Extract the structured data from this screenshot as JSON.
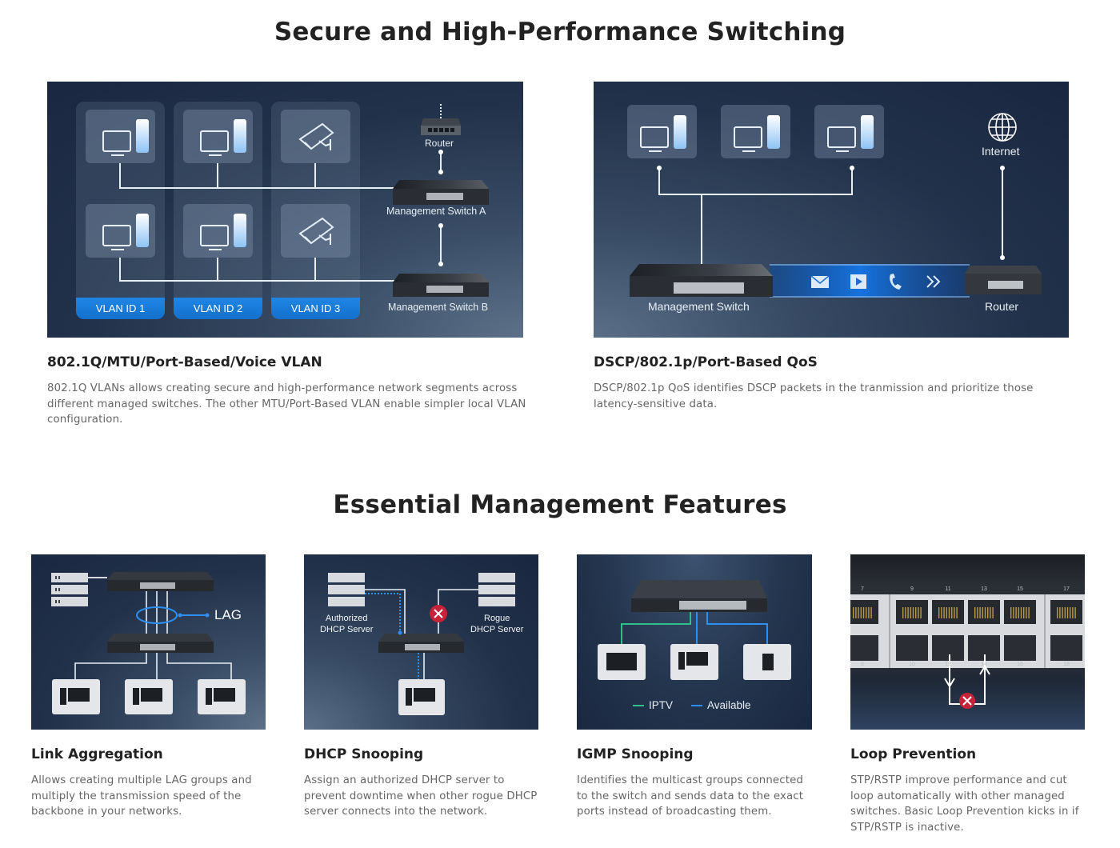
{
  "sections": {
    "switching": {
      "title": "Secure and High-Performance Switching"
    },
    "management": {
      "title": "Essential Management Features"
    }
  },
  "vlan_card": {
    "title": "802.1Q/MTU/Port-Based/Voice VLAN",
    "description": "802.1Q VLANs allows creating secure and high-performance network segments across different managed switches. The other MTU/Port-Based VLAN enable simpler local VLAN configuration.",
    "diagram": {
      "vlan_labels": [
        "VLAN ID 1",
        "VLAN ID 2",
        "VLAN ID 3"
      ],
      "router_label": "Router",
      "switch_a_label": "Management Switch A",
      "switch_b_label": "Management Switch B"
    }
  },
  "qos_card": {
    "title": "DSCP/802.1p/Port-Based QoS",
    "description": "DSCP/802.1p QoS identifies DSCP packets in the tranmission and prioritize those latency-sensitive data.",
    "diagram": {
      "internet_label": "Internet",
      "switch_label": "Management Switch",
      "router_label": "Router",
      "traffic_icons": [
        "mail-icon",
        "video-icon",
        "phone-icon",
        "forward-arrows-icon"
      ]
    }
  },
  "features": [
    {
      "title": "Link Aggregation",
      "description": "Allows creating multiple LAG groups and multiply the transmission speed of the backbone in your networks.",
      "diagram": {
        "lag_label": "LAG"
      }
    },
    {
      "title": "DHCP Snooping",
      "description": "Assign an authorized DHCP server to prevent downtime when other rogue DHCP server connects into the network.",
      "diagram": {
        "authorized_label": "Authorized\nDHCP Server",
        "rogue_label": "Rogue\nDHCP Server"
      }
    },
    {
      "title": "IGMP Snooping",
      "description": "Identifies the multicast groups connected to the switch and sends data to the exact ports instead of broadcasting them.",
      "diagram": {
        "legend": [
          {
            "label": "IPTV",
            "color": "#2fbf8a"
          },
          {
            "label": "Available",
            "color": "#2e8ff0"
          }
        ]
      }
    },
    {
      "title": "Loop Prevention",
      "description": "STP/RSTP improve performance and cut loop automatically with other managed switches. Basic Loop Prevention kicks in if STP/RSTP is inactive.",
      "diagram": {
        "top_port_numbers": [
          "7",
          "9",
          "11",
          "13",
          "15",
          "17"
        ],
        "bottom_port_numbers": [
          "8",
          "10",
          "12",
          "14",
          "16",
          "18"
        ]
      }
    }
  ],
  "colors": {
    "accent_blue": "#1a7ee0",
    "blocked_red": "#c8223a",
    "heading": "#222222",
    "body_text": "#666666"
  }
}
